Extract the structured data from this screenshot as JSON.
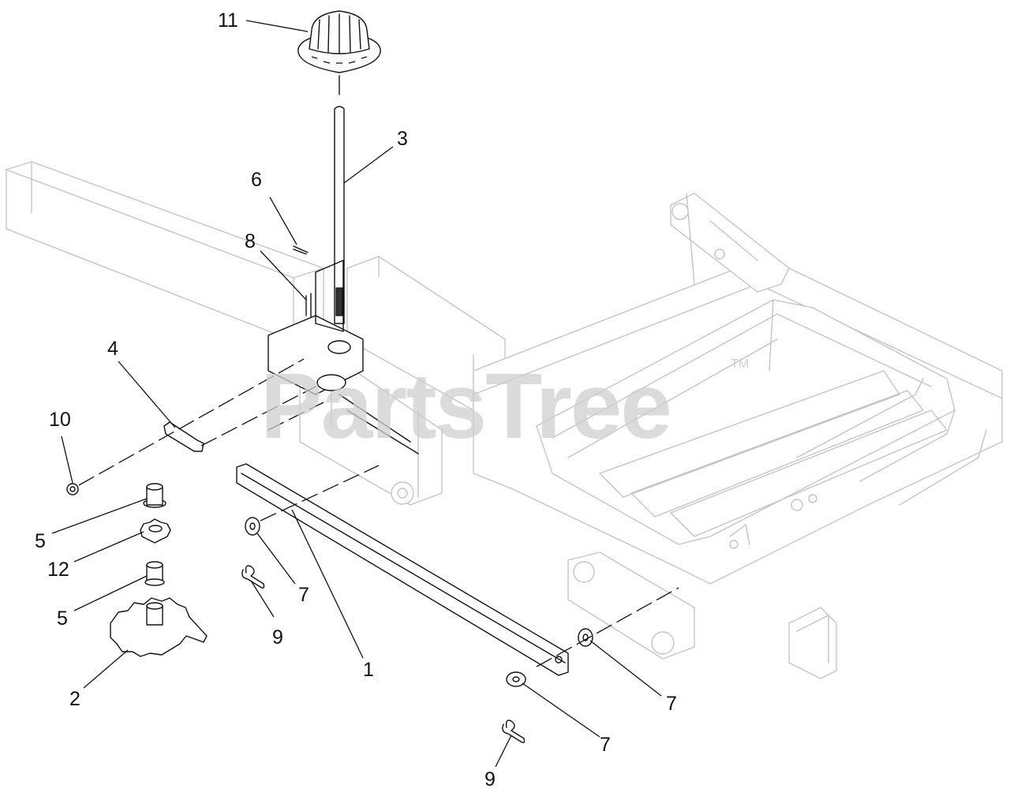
{
  "watermark": {
    "text": "PartsTree",
    "mark": "TM"
  },
  "callouts": [
    {
      "id": "c11",
      "label": "11"
    },
    {
      "id": "c3",
      "label": "3"
    },
    {
      "id": "c6",
      "label": "6"
    },
    {
      "id": "c8",
      "label": "8"
    },
    {
      "id": "c4",
      "label": "4"
    },
    {
      "id": "c10",
      "label": "10"
    },
    {
      "id": "c5a",
      "label": "5"
    },
    {
      "id": "c12",
      "label": "12"
    },
    {
      "id": "c5b",
      "label": "5"
    },
    {
      "id": "c2",
      "label": "2"
    },
    {
      "id": "c7a",
      "label": "7"
    },
    {
      "id": "c9a",
      "label": "9"
    },
    {
      "id": "c1",
      "label": "1"
    },
    {
      "id": "c7b",
      "label": "7"
    },
    {
      "id": "c7c",
      "label": "7"
    },
    {
      "id": "c9b",
      "label": "9"
    }
  ]
}
